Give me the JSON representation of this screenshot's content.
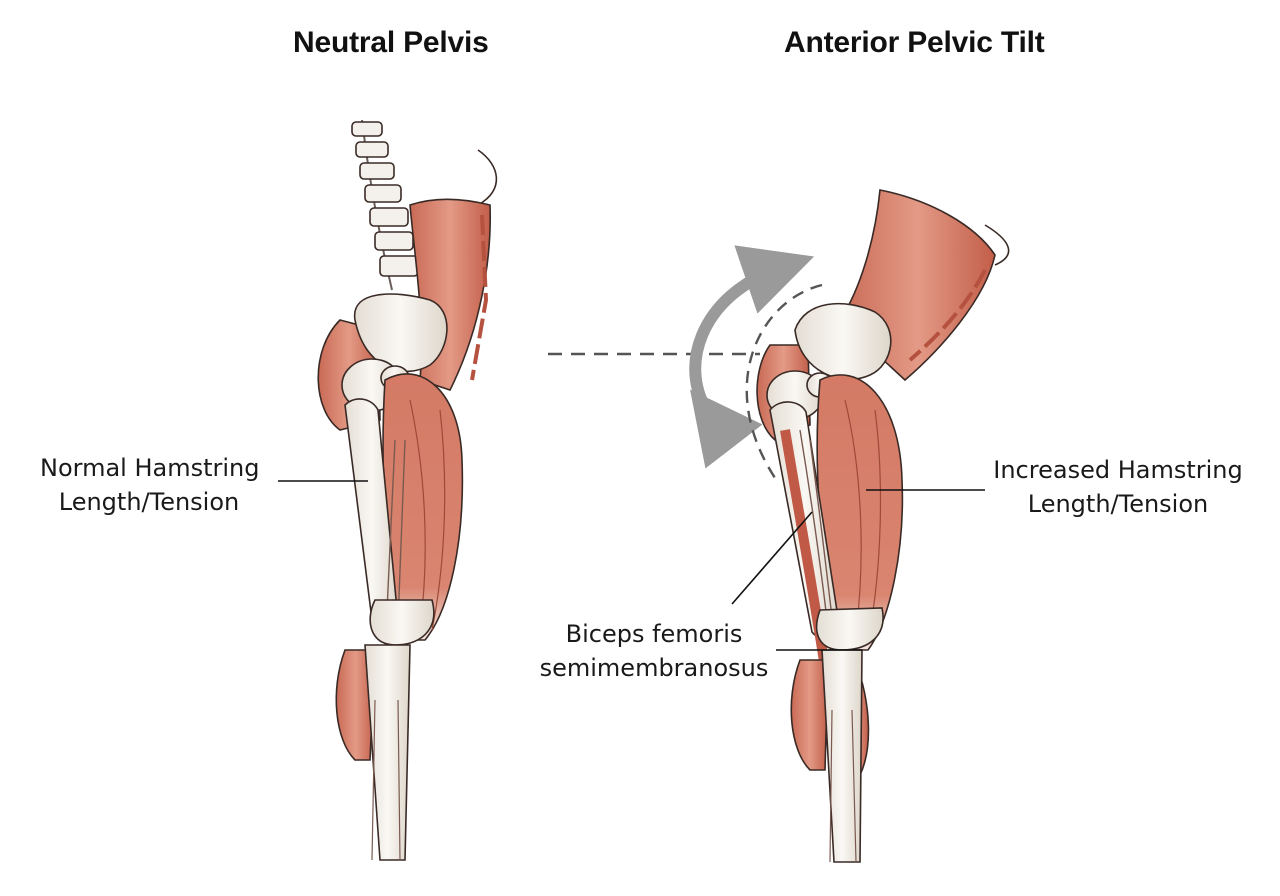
{
  "titles": {
    "left": "Neutral Pelvis",
    "right": "Anterior Pelvic Tilt"
  },
  "labels": {
    "normal": {
      "line1": "Normal Hamstring",
      "line2": "Length/Tension"
    },
    "increased": {
      "line1": "Increased Hamstring",
      "line2": "Length/Tension"
    },
    "muscles": {
      "line1": "Biceps femoris",
      "line2": "semimembranosus"
    }
  },
  "colors": {
    "muscle": "#d9806c",
    "muscle_dark": "#b5523f",
    "bone": "#f2efe9",
    "outline": "#3a2a26",
    "arrow": "#9a9a9a",
    "text": "#1a1a1a"
  },
  "icons": {
    "rotation_arrow": "curved-double-arrow-icon"
  }
}
